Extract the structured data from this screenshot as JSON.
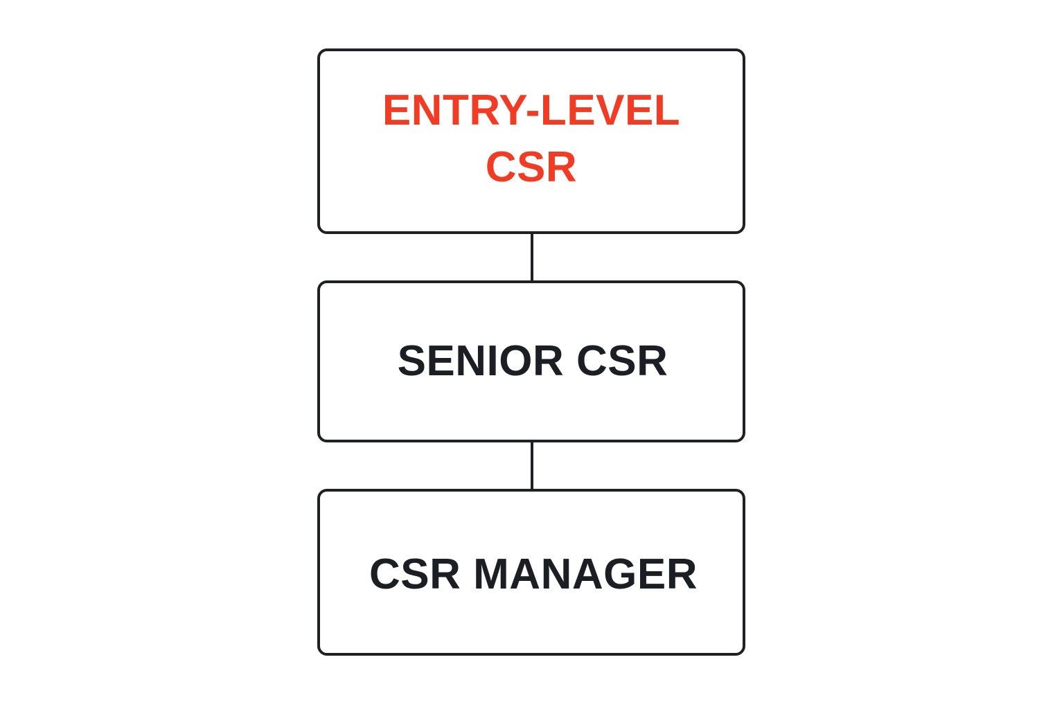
{
  "colors": {
    "highlight": "#f03c24",
    "text": "#1b1e23",
    "border": "#1e2024",
    "background": "#ffffff"
  },
  "nodes": [
    {
      "id": "entry-level",
      "lines": [
        "ENTRY-LEVEL",
        "CSR"
      ],
      "highlighted": true
    },
    {
      "id": "senior",
      "lines": [
        "SENIOR CSR"
      ],
      "highlighted": false
    },
    {
      "id": "manager",
      "lines": [
        "CSR MANAGER"
      ],
      "highlighted": false
    }
  ],
  "edges": [
    {
      "from": "entry-level",
      "to": "senior"
    },
    {
      "from": "senior",
      "to": "manager"
    }
  ]
}
